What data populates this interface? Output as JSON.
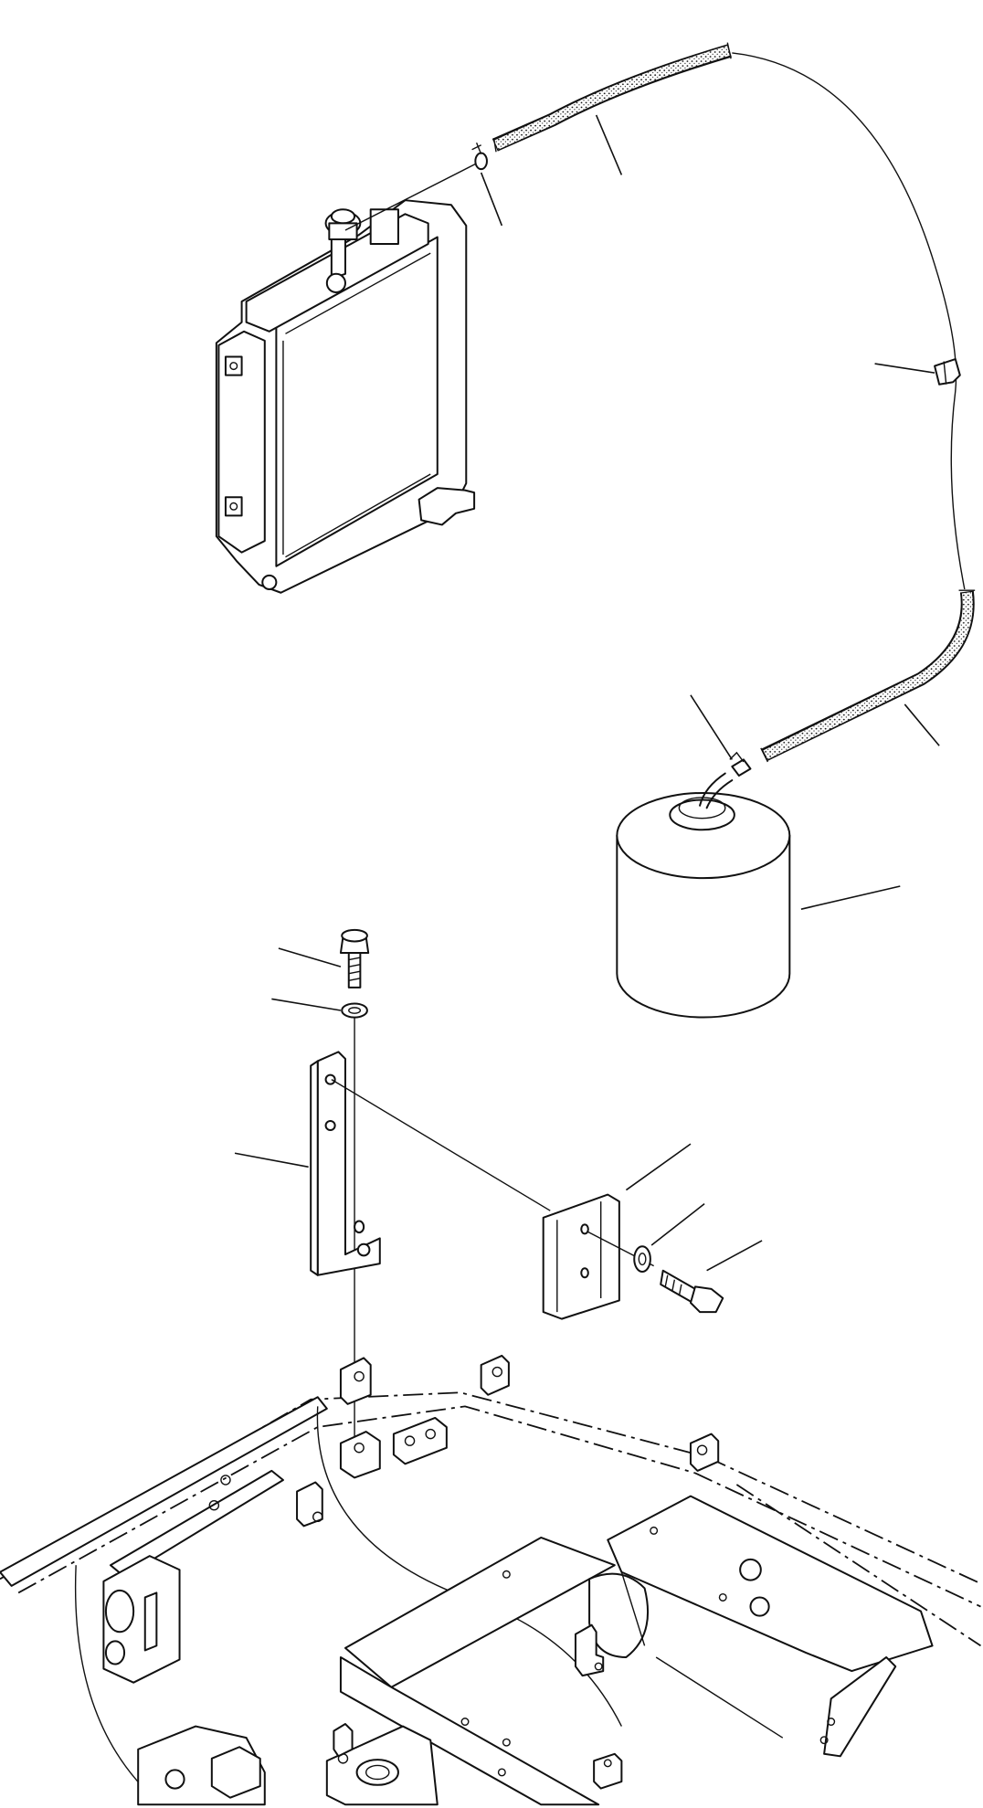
{
  "figure": {
    "kind": "exploded parts diagram",
    "colors": {
      "ink": "#111111",
      "paper": "#ffffff"
    },
    "parts": [
      {
        "id": "radiator"
      },
      {
        "id": "radiator-cap"
      },
      {
        "id": "overflow-hose-upper"
      },
      {
        "id": "overflow-hose-lower"
      },
      {
        "id": "hose-clamp-upper"
      },
      {
        "id": "hose-clamp-lower"
      },
      {
        "id": "hose-clip"
      },
      {
        "id": "reserve-tank"
      },
      {
        "id": "bolt-upper"
      },
      {
        "id": "washer-upper"
      },
      {
        "id": "tank-bracket"
      },
      {
        "id": "mounting-plate"
      },
      {
        "id": "washer-lower"
      },
      {
        "id": "bolt-lower"
      },
      {
        "id": "revolving-frame"
      }
    ]
  }
}
